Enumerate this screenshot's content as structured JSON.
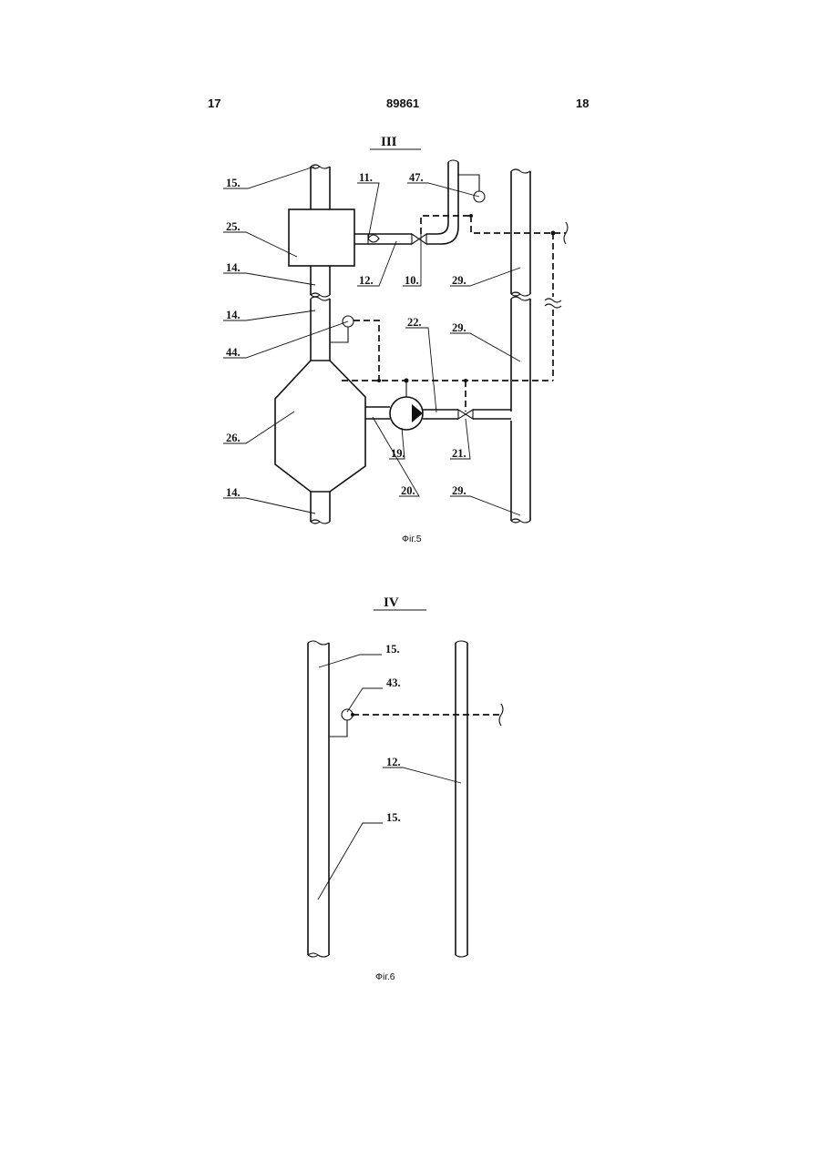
{
  "header": {
    "left_page": "17",
    "patent_number": "89861",
    "right_page": "18"
  },
  "figure5": {
    "section": "III",
    "caption": "Фіг.5",
    "labels": {
      "l15": "15.",
      "l11": "11.",
      "l47": "47.",
      "l25": "25.",
      "l14a": "14.",
      "l12": "12.",
      "l10": "10.",
      "l29a": "29.",
      "l14b": "14.",
      "l22": "22.",
      "l29b": "29.",
      "l44": "44.",
      "l26": "26.",
      "l19": "19.",
      "l21": "21.",
      "l14c": "14.",
      "l20": "20.",
      "l29c": "29."
    }
  },
  "figure6": {
    "section": "IV",
    "caption": "Фіг.6",
    "labels": {
      "l15a": "15.",
      "l43": "43.",
      "l12": "12.",
      "l15b": "15."
    }
  }
}
